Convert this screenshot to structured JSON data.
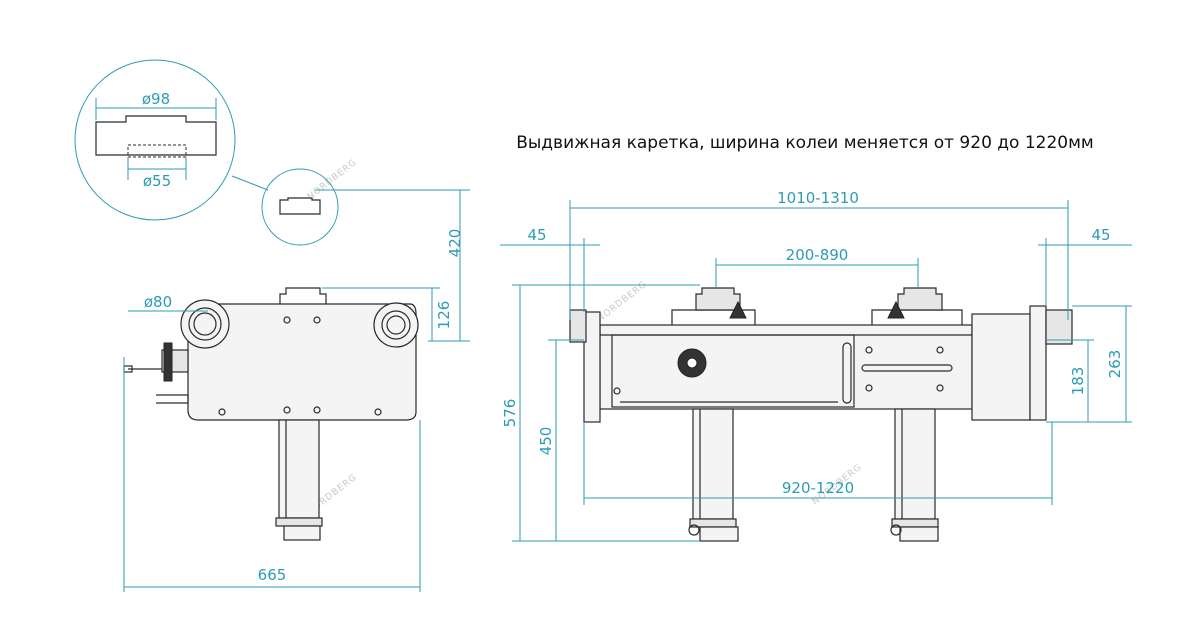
{
  "title": "Выдвижная каретка, ширина колеи меняется от 920 до 1220мм",
  "watermark": "NORDBERG",
  "colors": {
    "dimension": "#2e9bb5",
    "outline": "#2a2a2a",
    "background": "#ffffff"
  },
  "detail_view": {
    "outer_diameter": "ø98",
    "inner_diameter": "ø55"
  },
  "side_view": {
    "height_total": "420",
    "height_top": "126",
    "roller_diameter": "ø80",
    "width": "665"
  },
  "front_view": {
    "overall_width": "1010-1310",
    "left_edge": "45",
    "right_edge": "45",
    "pad_spacing": "200-890",
    "height_total": "576",
    "height_bottom": "450",
    "track_width": "920-1220",
    "end_height_inner": "183",
    "end_height_outer": "263"
  }
}
